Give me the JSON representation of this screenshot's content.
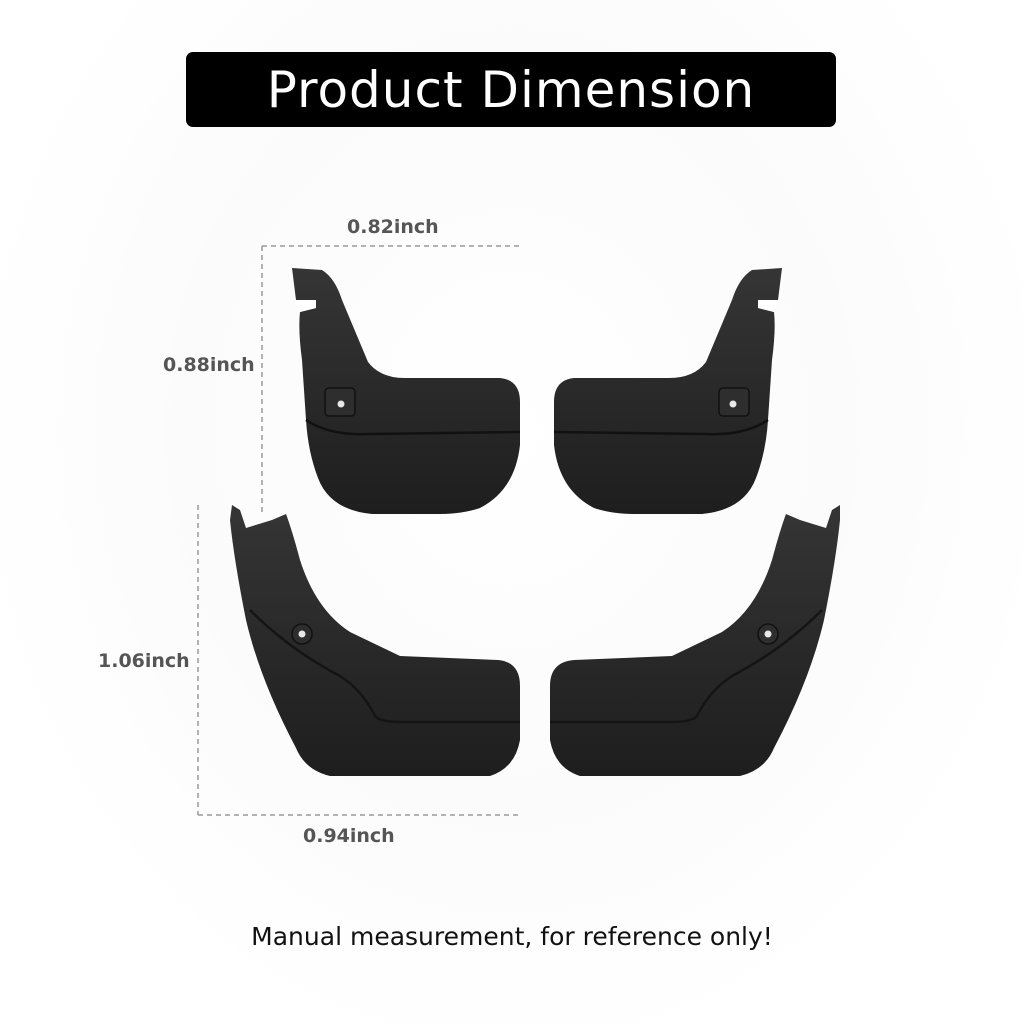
{
  "title": "Product Dimension",
  "dimensions": {
    "top_width": "0.82inch",
    "upper_height": "0.88inch",
    "lower_height": "1.06inch",
    "bottom_width": "0.94inch"
  },
  "footer_note": "Manual measurement, for reference only!",
  "colors": {
    "banner": "#000000",
    "banner_text": "#ffffff",
    "mudflap": "#2a2a2a",
    "dimension_line": "#9a9a9a",
    "dimension_text": "#555555"
  }
}
